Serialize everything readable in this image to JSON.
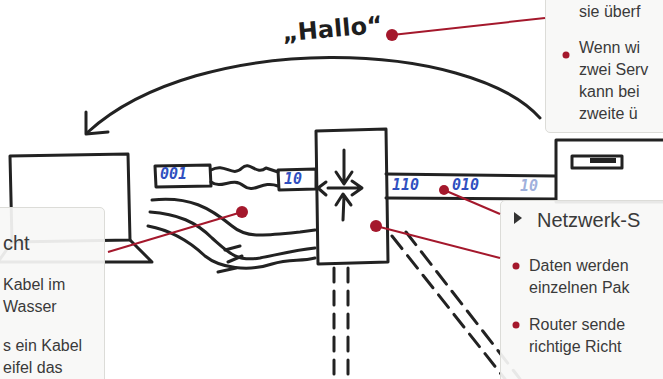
{
  "diagram": {
    "nodes": [
      {
        "text": [
          "sie überf",
          "Wenn wi zwei Serv kann bei zweite ü"
        ]
      },
      {
        "text": [
          "cht",
          "Kabel im Wasser",
          "s ein Kabel eifel das"
        ]
      },
      {
        "text": [
          "Netzwerk-S",
          "Daten werden einzelnen Pak",
          "Router sende richtige Richt"
        ]
      }
    ],
    "labels": [
      "„Hallo“",
      "001",
      "10",
      "110",
      "010",
      "10"
    ]
  }
}
